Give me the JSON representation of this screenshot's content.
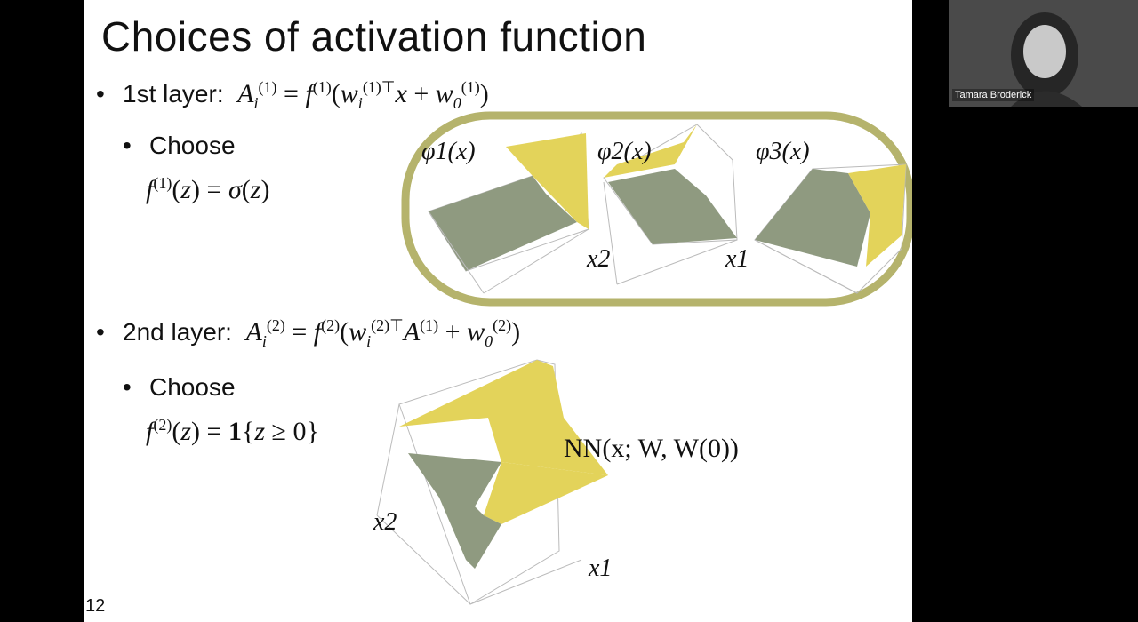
{
  "slide": {
    "title": "Choices of activation function",
    "page_number": "12",
    "bullets": [
      {
        "label": "1st layer: ",
        "formula_html": "A<sub>i</sub><sup>(1)</sup> = f<sup>(1)</sup>(w<sub>i</sub><sup>(1)⊤</sup>x + w<sub>0</sub><sup>(1)</sup>)"
      },
      {
        "label": "2nd layer: ",
        "formula_html": "A<sub>i</sub><sup>(2)</sup> = f<sup>(2)</sup>(w<sub>i</sub><sup>(2)⊤</sup>A<sup>(1)</sup> + w<sub>0</sub><sup>(2)</sup>)"
      }
    ],
    "sub1": {
      "label": "Choose",
      "formula": "f(1)(z) = σ(z)"
    },
    "sub2": {
      "label": "Choose",
      "formula": "f(2)(z) = 1{z ≥ 0}"
    },
    "plots": {
      "phi1": "φ1(x)",
      "phi2": "φ2(x)",
      "phi3": "φ3(x)",
      "x2": "x2",
      "x1": "x1",
      "nn_label": "NN(x; W, W(0))",
      "nn_x2": "x2",
      "nn_x1": "x1"
    },
    "colors": {
      "surface_yellow": "#e3d35a",
      "surface_gray": "#8f9a80",
      "highlight": "#b6b46e"
    }
  },
  "video": {
    "participant_name": "Tamara Broderick"
  }
}
